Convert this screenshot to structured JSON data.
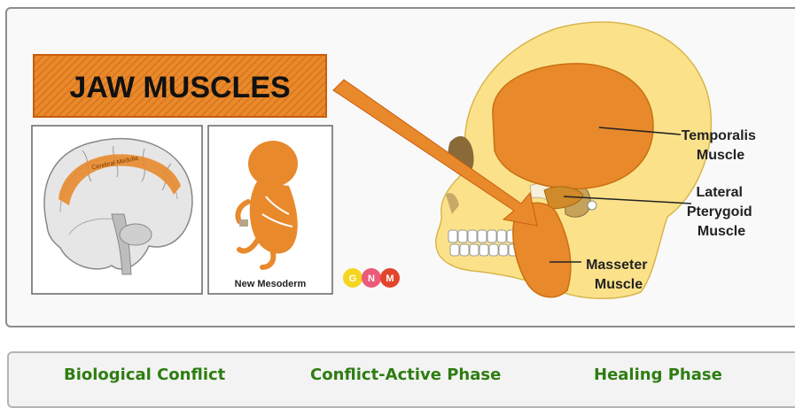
{
  "figure": {
    "title": "JAW MUSCLES",
    "brain_label": "Cerebral Medulla",
    "embryo_caption": "New Mesoderm",
    "logo_letters": [
      "G",
      "N",
      "M"
    ],
    "labels": {
      "temporalis": [
        "Temporalis",
        "Muscle"
      ],
      "pterygoid": [
        "Lateral",
        "Pterygoid",
        "Muscle"
      ],
      "masseter": [
        "Masseter",
        "Muscle"
      ]
    },
    "colors": {
      "muscle": "#e8892c",
      "bone": "#fbe28a",
      "banner_bg": "#e8892c",
      "logo": [
        "#f5d520",
        "#ec5a7a",
        "#e2452c"
      ]
    }
  },
  "tabs": [
    {
      "label": "Biological Conflict"
    },
    {
      "label": "Conflict-Active Phase"
    },
    {
      "label": "Healing Phase"
    }
  ]
}
